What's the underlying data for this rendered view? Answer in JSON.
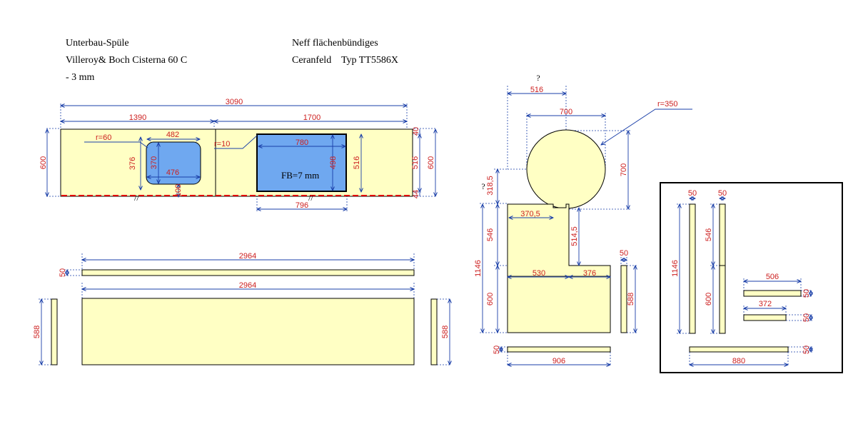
{
  "notes": {
    "sink_line1": "Unterbau-Spüle",
    "sink_line2": "Villeroy& Boch Cisterna 60 C",
    "sink_line3": "- 3 mm",
    "hob_line1": "Neff flächenbündiges",
    "hob_line2": "Ceranfeld    Typ TT5586X"
  },
  "main": {
    "total": "3090",
    "left": "1390",
    "right": "1700",
    "height_left": "600",
    "height_right": "600",
    "right_516": "516",
    "r60": "r=60",
    "r10": "r=10",
    "sink_w_top": "482",
    "sink_w_bot": "476",
    "sink_h_outer": "376",
    "sink_h_inner": "370",
    "sink_off": "100",
    "hob_w": "780",
    "hob_w_bottom": "796",
    "hob_h": "498",
    "hob_h2": "516",
    "fb": "FB=7 mm",
    "top_gap": "40",
    "bottom_gap": "44",
    "break": "//"
  },
  "strips": {
    "len1": "2964",
    "len2": "2964",
    "h50": "50",
    "side_l": "588",
    "side_r": "588"
  },
  "island": {
    "q": "?",
    "q_side": "?",
    "w516": "516",
    "circle_d": "700",
    "circle_h": "700",
    "r350": "r=350",
    "off318": "318,5",
    "w370": "370,5",
    "h546": "546",
    "h514": "514,5",
    "h1146": "1146",
    "w530": "530",
    "w376": "376",
    "h600": "600",
    "side50": "50",
    "side588": "588",
    "bottom50": "50",
    "bottom906": "906"
  },
  "box": {
    "a50": "50",
    "b50": "50",
    "h1146": "1146",
    "h546": "546",
    "h600": "600",
    "w506": "506",
    "s506": "50",
    "w372": "372",
    "s372": "50",
    "w880": "880",
    "s880": "50"
  },
  "colors": {
    "panel": "#ffffc4",
    "sink": "#6fa8f0",
    "dim": "#cc1f1f",
    "dimline": "#1a3fa8",
    "edge": "#e00000"
  }
}
